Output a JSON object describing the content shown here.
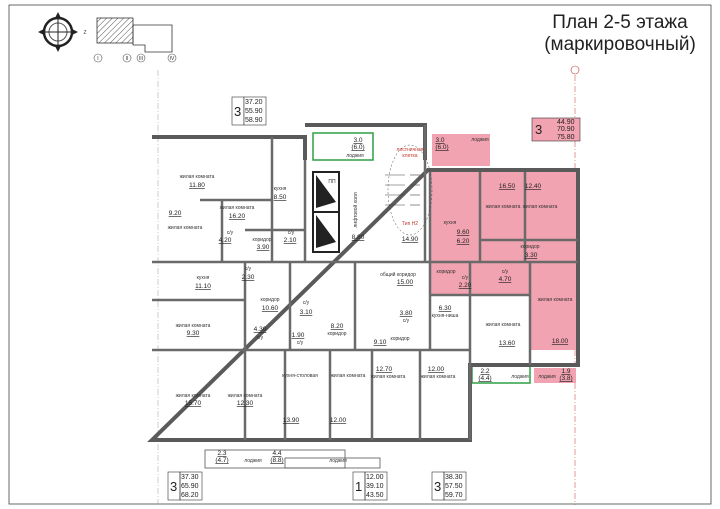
{
  "title": {
    "line1": "План 2-5 этажа",
    "line2": "(маркировочный)"
  },
  "colors": {
    "highlight": "#f2a3b1",
    "loggia_border": "#2ea043",
    "stair_label": "#c0392b",
    "wall": "#5a5a5a"
  },
  "key_plan": {
    "compass_icon": "compass-rose",
    "north_label": "Z",
    "axes": [
      "I",
      "II",
      "III",
      "IV"
    ]
  },
  "cards": [
    {
      "rooms": "3",
      "areas": [
        "37.20",
        "55.90",
        "58.90"
      ]
    },
    {
      "rooms": "3",
      "areas": [
        "44.90",
        "70.90",
        "75.80"
      ]
    },
    {
      "rooms": "3",
      "areas": [
        "37.30",
        "65.90",
        "68.20"
      ]
    },
    {
      "rooms": "1",
      "areas": [
        "12.00",
        "39.10",
        "43.50"
      ]
    },
    {
      "rooms": "3",
      "areas": [
        "38.30",
        "57.50",
        "59.70"
      ]
    }
  ],
  "labels": {
    "living": "жилая комната",
    "kitchen": "кухня",
    "bath": "с/у",
    "corridor": "коридор",
    "loggia": "лоджия",
    "lift_hall": "лифтовой холл",
    "stair": [
      "лестничная",
      "клетка"
    ],
    "stair_type": "Тип Н2",
    "pp": "ПП",
    "common_corridor": "общий коридор",
    "kitchen_dining": "кухня-столовая",
    "kitchen_niche": "кухня-ниша"
  },
  "areas": {
    "tl_living1": "11.80",
    "tl_living2": "9.20",
    "tl_living3": "16.20",
    "tl_kitchen": "8.50",
    "tl_bath1": "4.20",
    "tl_corr": "3.90",
    "tl_bath2": "2.10",
    "loggia_core": [
      "3.0",
      "(6.0)"
    ],
    "lift_hall": "8.80",
    "stair": "14.90",
    "r_loggia": [
      "3.0",
      "(6.0)"
    ],
    "r_living1": "16.50",
    "r_living2": "12.40",
    "r_kitchen": [
      "9.60",
      "6.20"
    ],
    "r_corr": "3.30",
    "r_bath1": "2.20",
    "r_bath2": "4.70",
    "r_living3": "18.00",
    "br_niche": "6.30",
    "br_living": "13.60",
    "br_loggia1": [
      "2.2",
      "(4.4)"
    ],
    "br_loggia2": [
      "1.9",
      "(3.8)"
    ],
    "bl_kitchen": "11.10",
    "bl_bath1": "2.30",
    "bl_corr": "10.60",
    "bl_living1": "9.30",
    "bl_bath2": "4.30",
    "bl_living2": "15.70",
    "bl_living3": "12.30",
    "bl_loggia1": [
      "2.3",
      "(4.7)"
    ],
    "bl_loggia2": [
      "4.4",
      "(8.8)"
    ],
    "m_bath1": "3.10",
    "m_corr": "8.20",
    "m_bath2": "1.90",
    "m_kitchen": "13.90",
    "m_living": "12.00",
    "common_corr": "15.00",
    "c_bath": "3.80",
    "c_corr": "9.10",
    "c_living1": "12.70",
    "c_living2": "12.00"
  }
}
